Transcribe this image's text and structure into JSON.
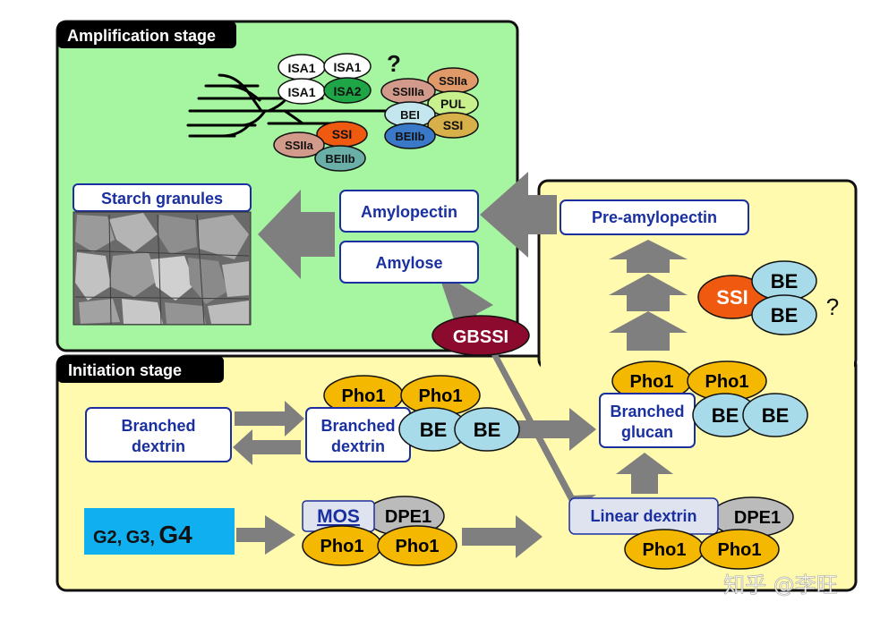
{
  "stages": {
    "amplification": "Amplification stage",
    "initiation": "Initiation stage"
  },
  "boxes": {
    "starch_granules": "Starch granules",
    "amylopectin": "Amylopectin",
    "amylose": "Amylose",
    "pre_amylopectin": "Pre-amylopectin",
    "branched_dextrin_left_line1": "Branched",
    "branched_dextrin_left_line2": "dextrin",
    "branched_dextrin_mid_line1": "Branched",
    "branched_dextrin_mid_line2": "dextrin",
    "branched_glucan_line1": "Branched",
    "branched_glucan_line2": "glucan",
    "linear_dextrin": "Linear dextrin",
    "mos": "MOS"
  },
  "substrates": {
    "g2": "G2",
    "g3": "G3",
    "g4": "G4",
    "sep": ","
  },
  "enzymes": {
    "isa1": "ISA1",
    "isa2": "ISA2",
    "ssiia": "SSIIa",
    "ssiiia": "SSIIIa",
    "pul": "PUL",
    "bei": "BEI",
    "ssi": "SSI",
    "beiib": "BEIIb",
    "gbssi": "GBSSI",
    "be": "BE",
    "pho1": "Pho1",
    "dpe1": "DPE1"
  },
  "question_mark": "?",
  "watermark": "知乎 @李旺",
  "colors": {
    "amplification_bg": "#a6f5a0",
    "initiation_bg": "#fffaae",
    "arrow_gray": "#7f7f7f",
    "box_text": "#1a2fa0",
    "pho1_fill": "#f5b800",
    "be_fill": "#a8dbe9",
    "ssi_orange": "#f05a10",
    "gbssi_fill": "#8b0a2d",
    "dpe1_fill": "#bbbbbb",
    "g_box": "#10b0f0"
  }
}
